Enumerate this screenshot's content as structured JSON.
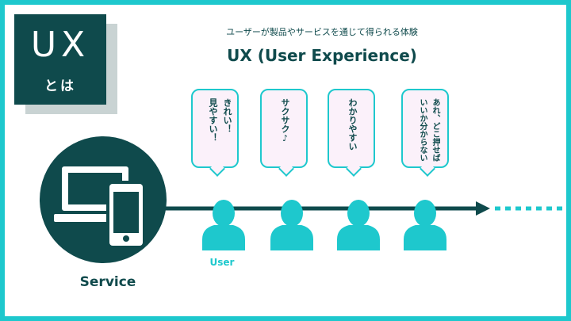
{
  "badge": {
    "main": "UX",
    "sub": "とは"
  },
  "header": {
    "subtitle": "ユーザーが製品やサービスを通じて得られる体験",
    "title": "UX (User Experience)"
  },
  "service": {
    "label": "Service"
  },
  "user": {
    "label": "User"
  },
  "bubbles": [
    {
      "text": "きれい！\n見やすい！"
    },
    {
      "text": "サクサク♪"
    },
    {
      "text": "わかりやすい"
    },
    {
      "text": "あれ、どこ押せば\nいいか分からない"
    }
  ],
  "colors": {
    "dark": "#0f4a4c",
    "accent": "#1ec8cd",
    "bubble_bg": "#fbf1fa"
  },
  "icons": [
    "laptop-icon",
    "smartphone-icon",
    "user-silhouette-icon",
    "arrow-icon"
  ]
}
